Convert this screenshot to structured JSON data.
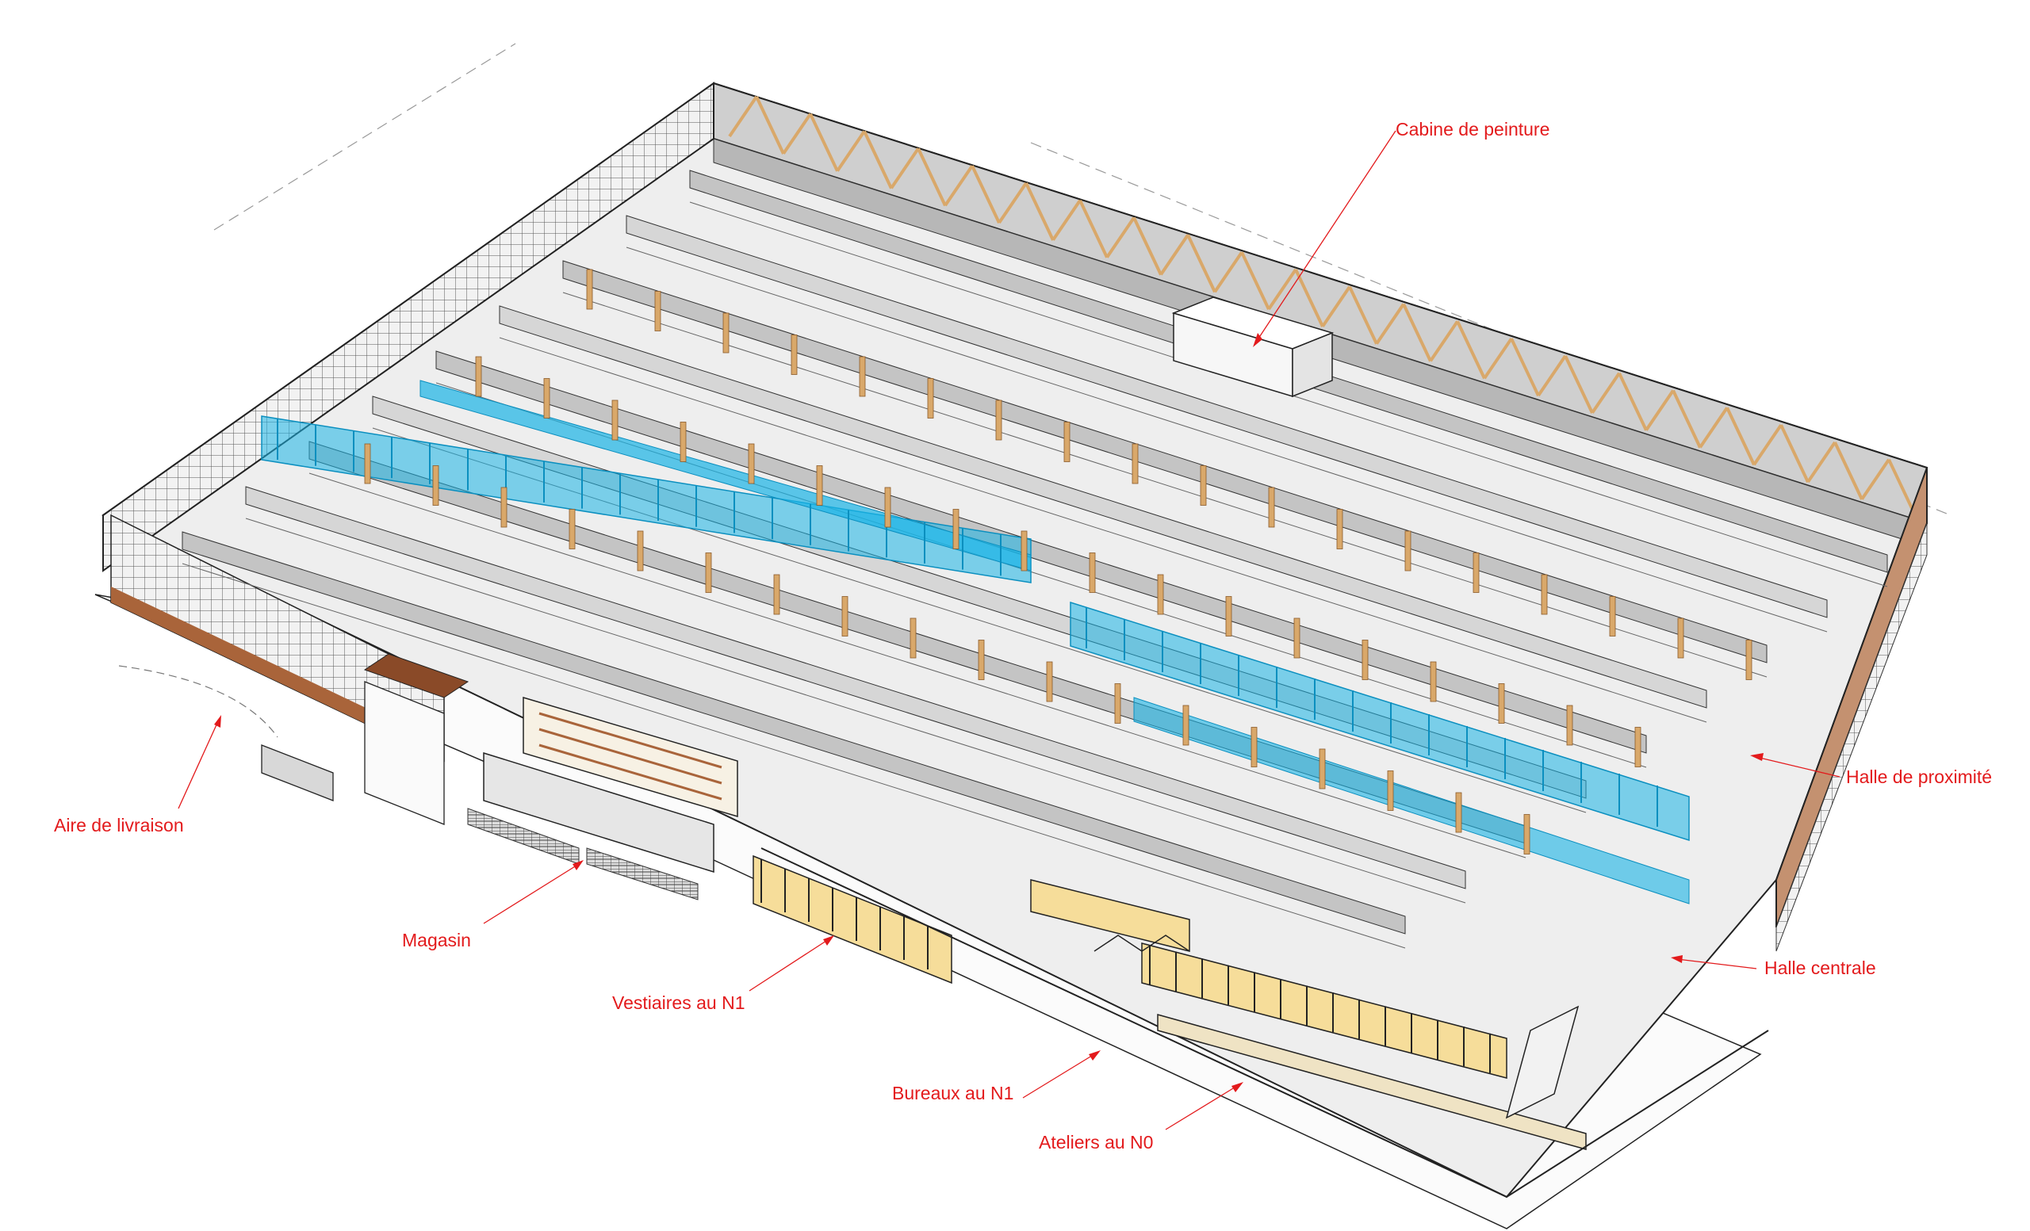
{
  "labels": {
    "cabine": "Cabine de peinture",
    "proximite": "Halle de proximité",
    "livraison": "Aire de livraison",
    "magasin": "Magasin",
    "vestiaires": "Vestiaires au N1",
    "centrale": "Halle centrale",
    "bureaux": "Bureaux au N1",
    "ateliers": "Ateliers au N0"
  },
  "colors": {
    "label": "#e31a1c",
    "duct": "#19b4e6",
    "timber": "#d9a86a",
    "brick": "#a9643a",
    "line": "#333333",
    "office_floor": "#f6dd9a"
  }
}
